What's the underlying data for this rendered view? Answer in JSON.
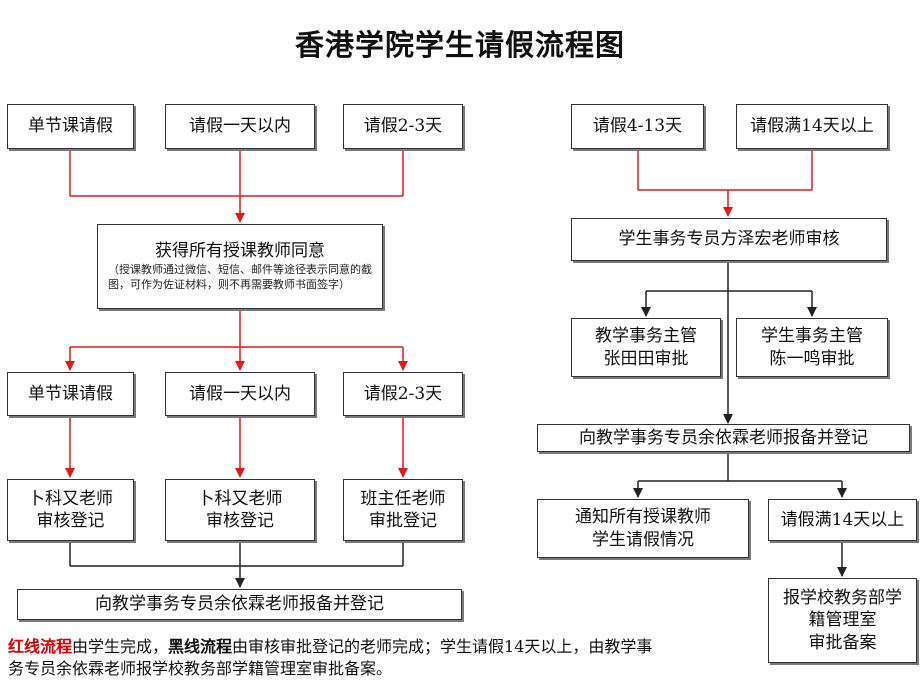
{
  "title": "香港学院学生请假流程图",
  "left_flow": {
    "top_row": [
      "单节课请假",
      "请假一天以内",
      "请假2-3天"
    ],
    "consent": {
      "heading": "获得所有授课教师同意",
      "note": "（授课教师通过微信、短信、邮件等途径表示同意的截图，可作为佐证材料，则不再需要教师书面签字）"
    },
    "mid_row": [
      "单节课请假",
      "请假一天以内",
      "请假2-3天"
    ],
    "approvers": [
      [
        "卜科又老师",
        "审核登记"
      ],
      [
        "卜科又老师",
        "审核登记"
      ],
      [
        "班主任老师",
        "审批登记"
      ]
    ],
    "report": "向教学事务专员余依霖老师报备并登记"
  },
  "right_flow": {
    "top_row": [
      "请假4-13天",
      "请假满14天以上"
    ],
    "reviewer": "学生事务专员方泽宏老师审核",
    "managers": [
      [
        "教学事务主管",
        "张田田审批"
      ],
      [
        "学生事务主管",
        "陈一鸣审批"
      ]
    ],
    "report": "向教学事务专员余依霖老师报备并登记",
    "notify": [
      "通知所有授课教师",
      "学生请假情况"
    ],
    "over14": "请假满14天以上",
    "archive": [
      "报学校教务部学",
      "籍管理室",
      "审批备案"
    ]
  },
  "footer": {
    "red_label": "红线流程",
    "text1": "由学生完成，",
    "black_label": "黑线流程",
    "text2": "由审核审批登记的老师完成；学生请假14天以上，由教学事务专员余依霖老师报学校教务部学籍管理室审批备案。"
  },
  "colors": {
    "red_line": "#e01b1b",
    "black_line": "#222222",
    "box_border": "#333333"
  }
}
